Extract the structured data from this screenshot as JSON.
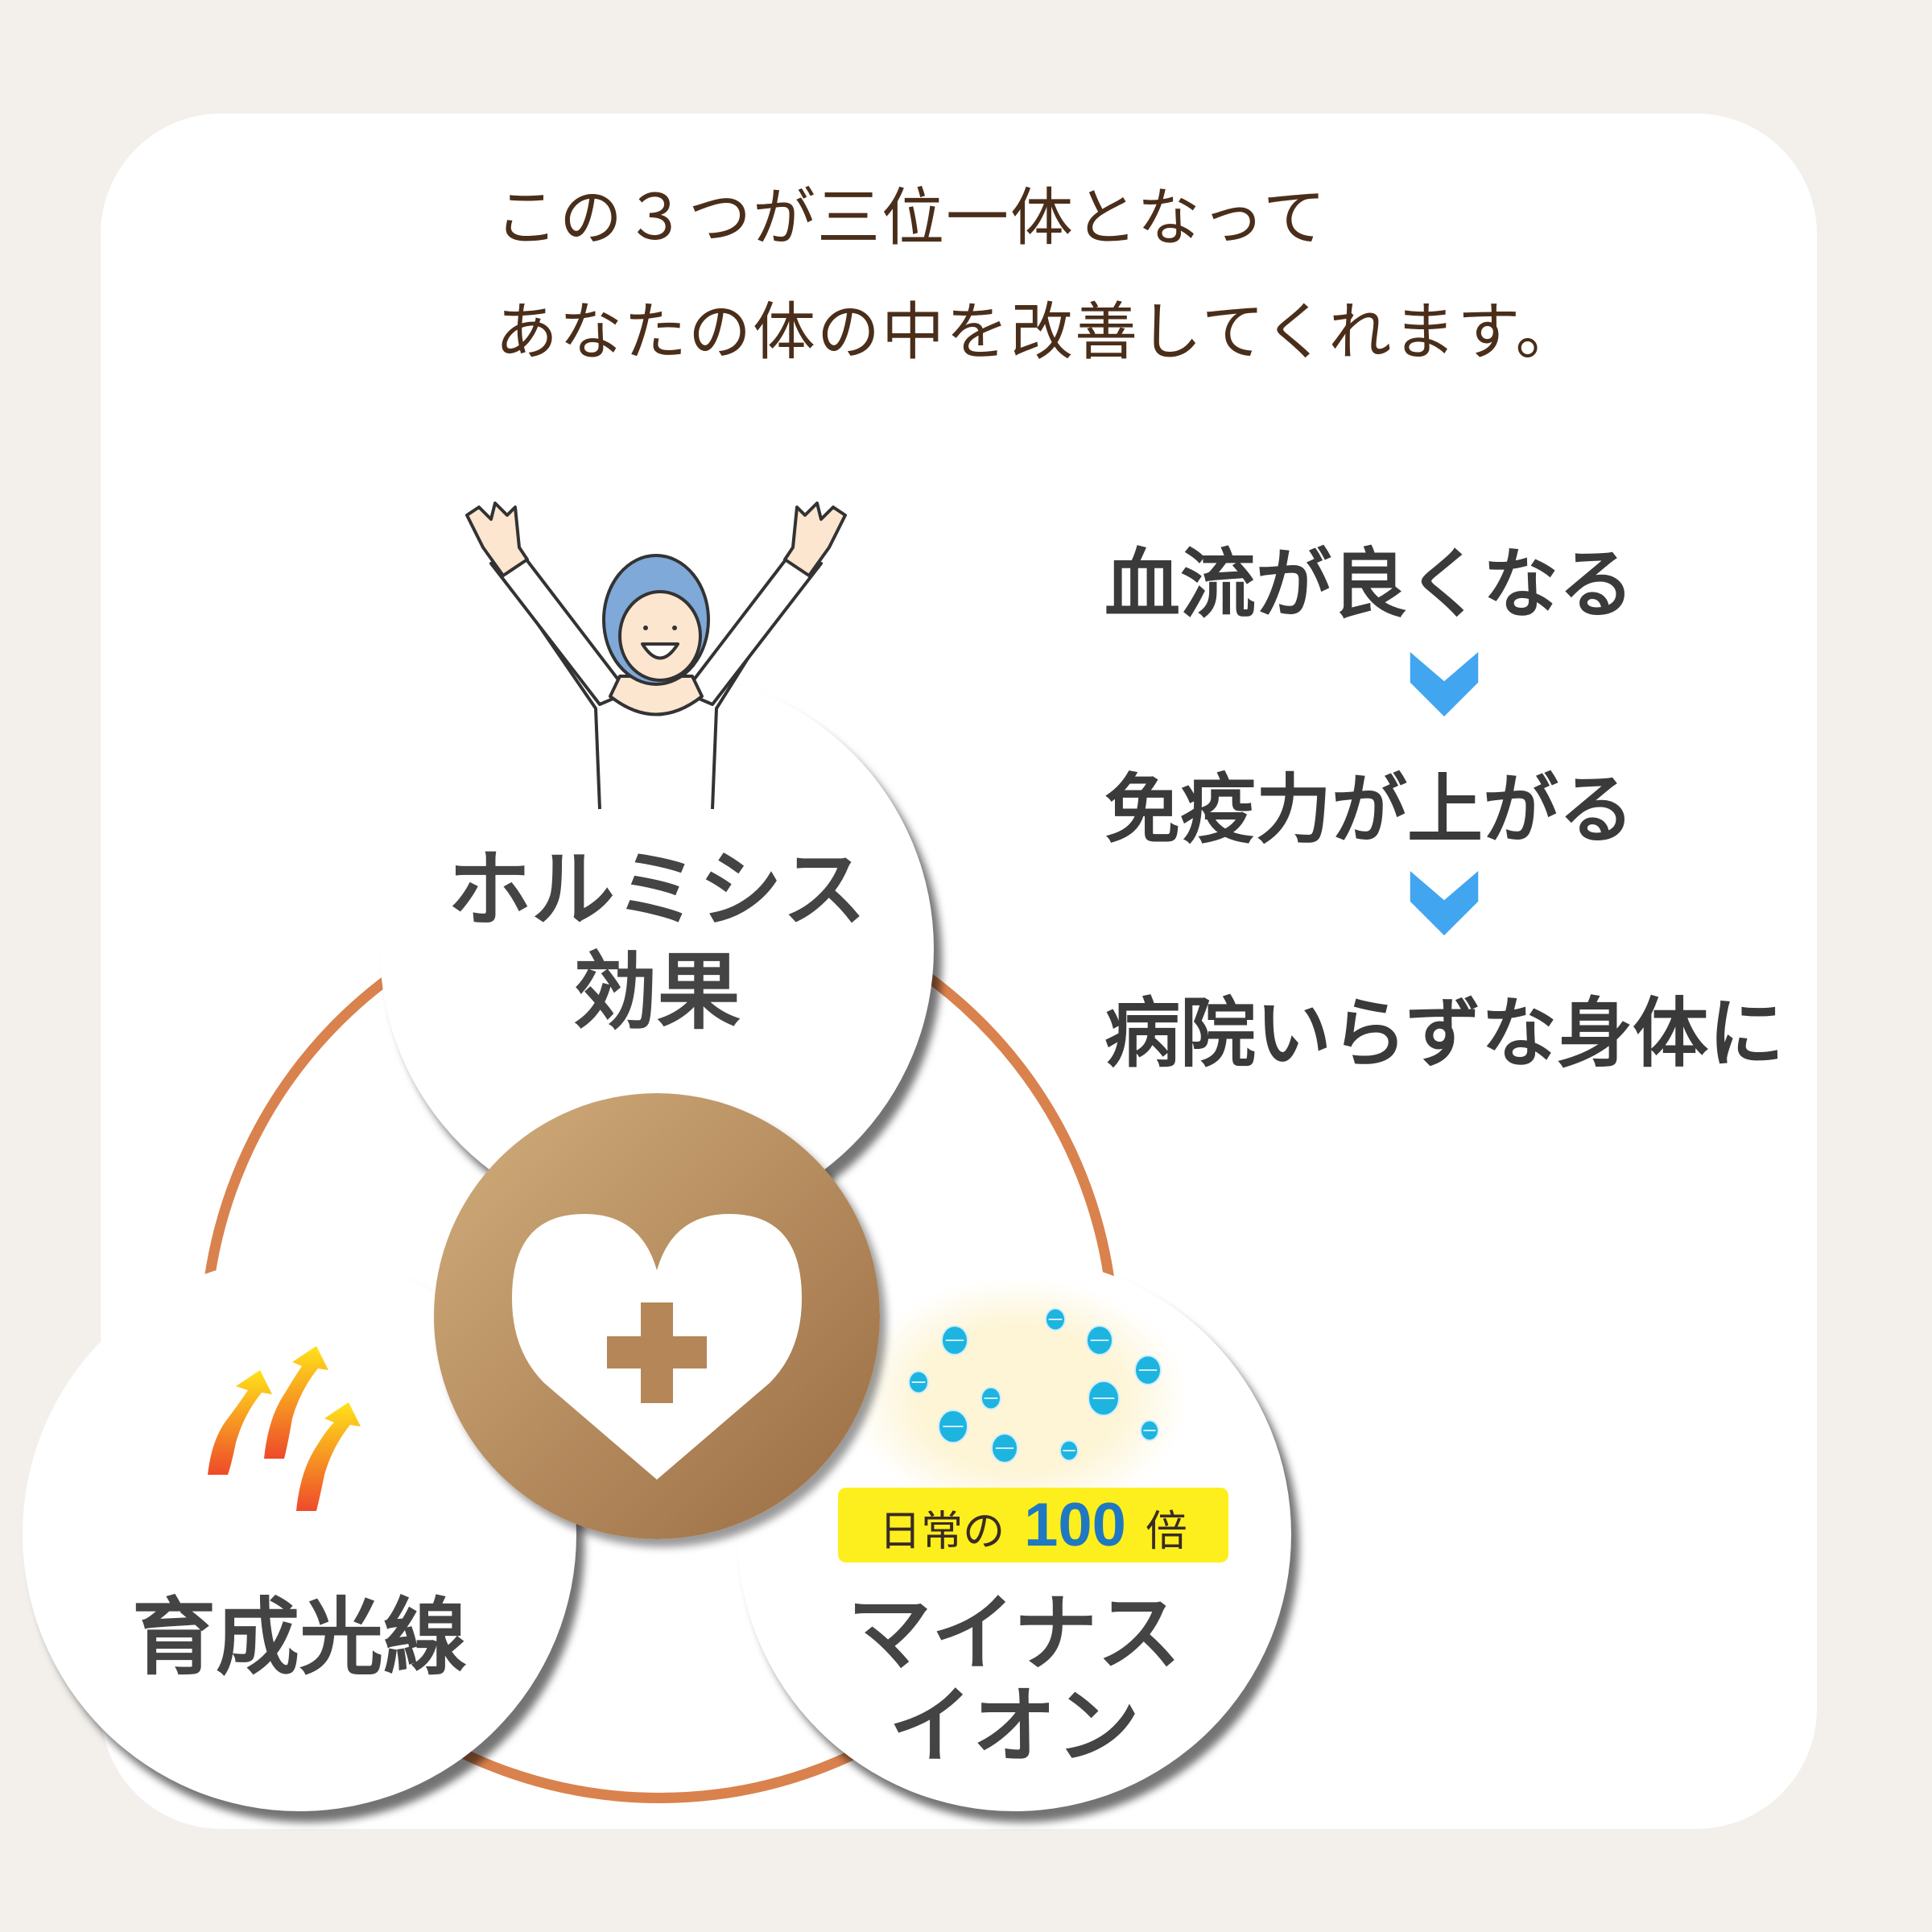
{
  "intro": {
    "line1": "この３つが三位一体となって",
    "line2": "あなたの体の中を改善してくれます。"
  },
  "circles": {
    "hormesis": {
      "line1": "ホルミシス",
      "line2": "効果",
      "icon": "raised-arms-woman-illustration"
    },
    "growth_light": {
      "label": "育成光線",
      "icon": "heat-wave-arrows-icon"
    },
    "minus_ion": {
      "line1": "マイナス",
      "line2": "イオン",
      "icon": "negative-ions-icon",
      "badge": {
        "prefix": "日常の",
        "number": "100",
        "suffix": "倍"
      }
    }
  },
  "center_icon": "heart-plus-icon",
  "benefits": {
    "steps": [
      "血流が良くなる",
      "免疫力が上がる",
      "病院いらずな身体に"
    ],
    "arrow_icon": "chevron-down-icon"
  },
  "colors": {
    "background": "#f3f0ec",
    "ring": "#d9824e",
    "arrow": "#42a5f0",
    "badge": "#fdef1d",
    "number": "#1f78c1",
    "ion": "#1eb4e0"
  }
}
